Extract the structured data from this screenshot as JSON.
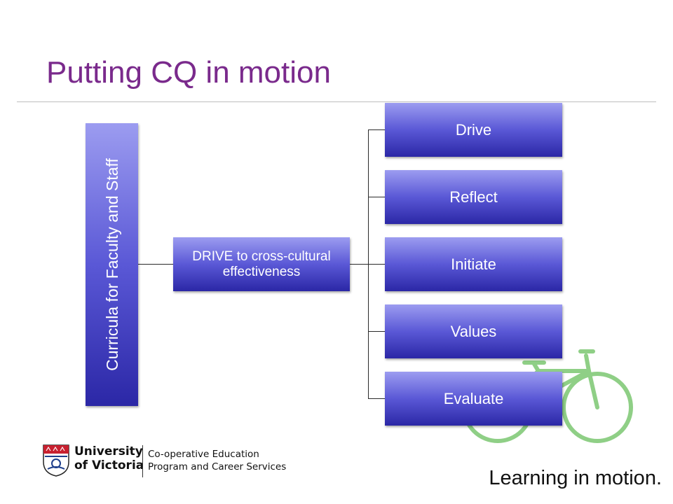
{
  "slide": {
    "title": "Putting CQ in motion",
    "accent_color": "#7a2a8c"
  },
  "diagram": {
    "root": "Curricula for Faculty and Staff",
    "middle": "DRIVE to cross-cultural effectiveness",
    "leaves": [
      "Drive",
      "Reflect",
      "Initiate",
      "Values",
      "Evaluate"
    ],
    "box_color_top": "#9c9cf0",
    "box_color_bottom": "#2b27a6"
  },
  "footer": {
    "university_line1": "University",
    "university_line2": "of Victoria",
    "department_line1": "Co-operative Education",
    "department_line2": "Program and Career Services",
    "tagline": "Learning in motion."
  },
  "decor": {
    "bicycle_color": "#8fcf86",
    "bicycle_icon": "bicycle-icon",
    "crest_icon": "university-crest-icon"
  }
}
